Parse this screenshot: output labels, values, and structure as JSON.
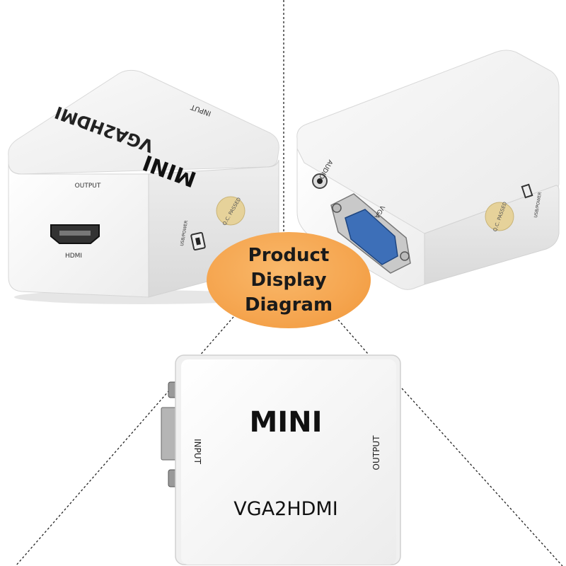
{
  "badge": {
    "lines": [
      "Product",
      "Display",
      "Diagram"
    ]
  },
  "device_top_left": {
    "model_text": "VGA2HDMI",
    "brand_text": "MINI",
    "input_label": "INPUT",
    "output_label": "OUTPUT",
    "hdmi_label": "HDMI",
    "usb_label": "USB/POWER",
    "qc_sticker": "Q.C. PASSED"
  },
  "device_top_right": {
    "audio_label": "AUDIO",
    "vga_label": "VGA",
    "usb_label": "USB/POWER",
    "qc_sticker": "Q.C. PASSED"
  },
  "device_bottom": {
    "brand_text": "MINI",
    "model_text": "VGA2HDMI",
    "input_label": "INPUT",
    "output_label": "OUTPUT"
  },
  "colors": {
    "device_body": "#f4f4f4",
    "badge_fill": "#f5a54f",
    "vga_port": "#3d6fb8",
    "qc_sticker": "#e6d29a"
  }
}
